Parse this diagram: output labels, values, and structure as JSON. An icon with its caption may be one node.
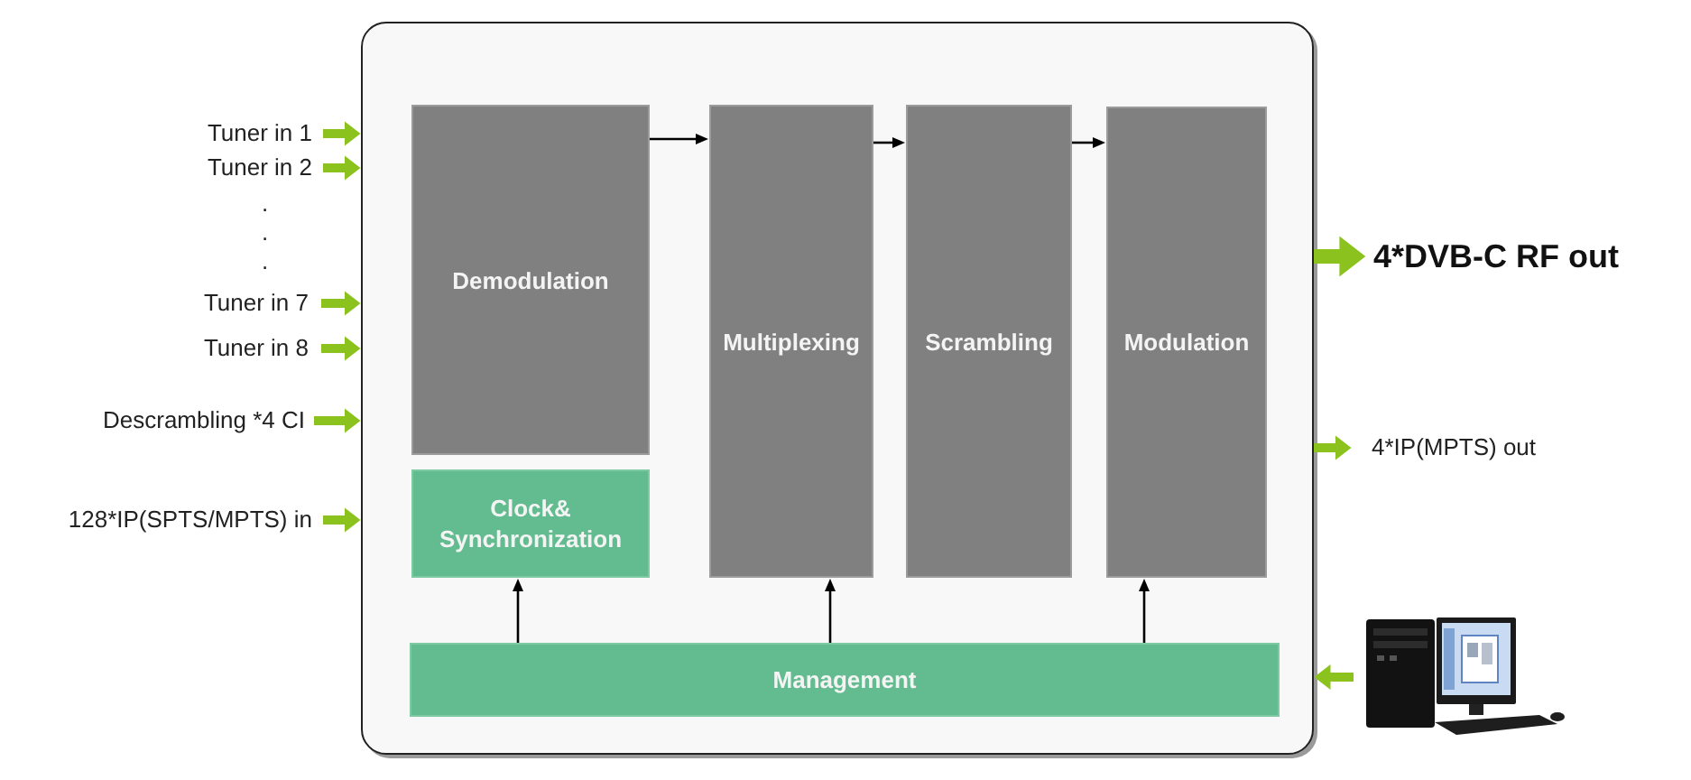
{
  "diagram": {
    "nodes": [
      {
        "text": [],
        "shape": "box"
      },
      {
        "text": [
          "Demodulation"
        ],
        "in": 0
      },
      {
        "text": [
          "Clock& Synchronization"
        ],
        "in": 0
      },
      {
        "text": [
          "Multiplexing"
        ],
        "in": 0
      },
      {
        "text": [
          "Scrambling"
        ],
        "in": 0
      },
      {
        "text": [
          "Modulation"
        ],
        "in": 0
      },
      {
        "text": [
          "Management"
        ],
        "in": 0
      },
      {
        "text": [
          "Tuner in 1"
        ]
      },
      {
        "text": [
          "Tuner in 2"
        ]
      },
      {
        "text": [
          "Tuner in 7"
        ]
      },
      {
        "text": [
          "Tuner in 8"
        ]
      },
      {
        "text": [
          "Descrambling *4 CI"
        ]
      },
      {
        "text": [
          "128*IP(SPTS/MPTS) in"
        ]
      },
      {
        "text": [
          "4*DVB-C RF out"
        ]
      },
      {
        "text": [
          "4*IP(MPTS) out"
        ]
      },
      {
        "text": [],
        "shape": "picture"
      }
    ],
    "edges": [
      {
        "from": 7,
        "to": 0,
        "arrow": "to"
      },
      {
        "from": 8,
        "to": 0,
        "arrow": "to"
      },
      {
        "from": 9,
        "to": 0,
        "arrow": "to"
      },
      {
        "from": 10,
        "to": 0,
        "arrow": "to"
      },
      {
        "from": 11,
        "to": 0,
        "arrow": "to"
      },
      {
        "from": 12,
        "to": 0,
        "arrow": "to"
      },
      {
        "from": 1,
        "to": 3,
        "arrow": "to",
        "color": "#000000"
      },
      {
        "from": 3,
        "to": 4,
        "arrow": "to",
        "color": "#000000"
      },
      {
        "from": 4,
        "to": 5,
        "arrow": "to",
        "color": "#000000"
      },
      {
        "from": 6,
        "to": 2,
        "arrow": "to",
        "color": "#000000"
      },
      {
        "from": 6,
        "to": 3,
        "arrow": "to",
        "color": "#000000"
      },
      {
        "from": 6,
        "to": 5,
        "arrow": "to",
        "color": "#000000"
      },
      {
        "from": 0,
        "to": 13,
        "arrow": "to"
      },
      {
        "from": 0,
        "to": 14,
        "arrow": "to"
      },
      {
        "from": 15,
        "to": 0,
        "arrow": "to"
      }
    ],
    "labels": [
      ".",
      ".",
      "."
    ]
  }
}
